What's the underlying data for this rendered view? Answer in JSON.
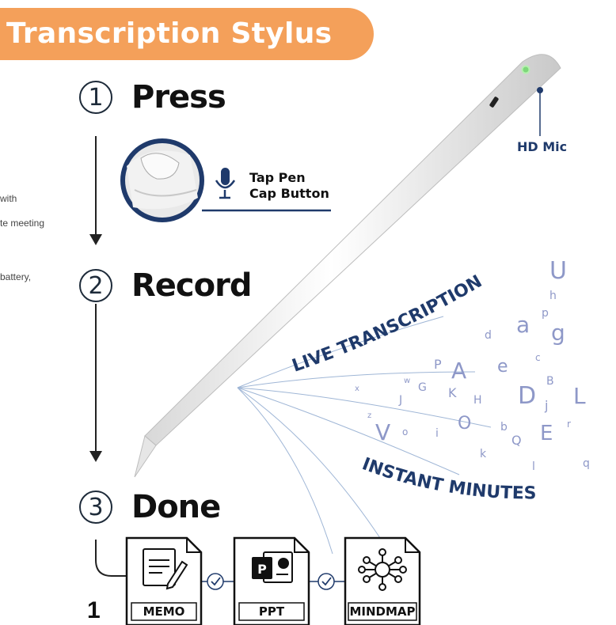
{
  "banner": {
    "title": "Transcription Stylus",
    "color": "#f4a05a"
  },
  "side_text": [
    "with",
    "te meeting",
    "battery,"
  ],
  "steps": [
    {
      "number": "1",
      "label": "Press"
    },
    {
      "number": "2",
      "label": "Record"
    },
    {
      "number": "3",
      "label": "Done"
    }
  ],
  "tap_button": {
    "line1": "Tap Pen",
    "line2": "Cap Button"
  },
  "mic_label": "HD Mic",
  "arc_text": {
    "top": "LIVE TRANSCRIPTION",
    "bottom": "INSTANT MINUTES"
  },
  "scattered_letters": [
    "U",
    "h",
    "a",
    "g",
    "p",
    "d",
    "A",
    "e",
    "c",
    "B",
    "P",
    "G",
    "K",
    "H",
    "D",
    "j",
    "L",
    "J",
    "O",
    "b",
    "E",
    "r",
    "V",
    "i",
    "Q",
    "k",
    "l",
    "q",
    "o",
    "x",
    "w",
    "z"
  ],
  "documents": [
    {
      "label": "MEMO",
      "icon": "memo-icon"
    },
    {
      "label": "PPT",
      "icon": "ppt-icon"
    },
    {
      "label": "MINDMAP",
      "icon": "mindmap-icon"
    }
  ],
  "page_number": "1",
  "colors": {
    "navy": "#1f3a6b",
    "accent": "#f4a05a",
    "letters": "#8e98c8"
  }
}
